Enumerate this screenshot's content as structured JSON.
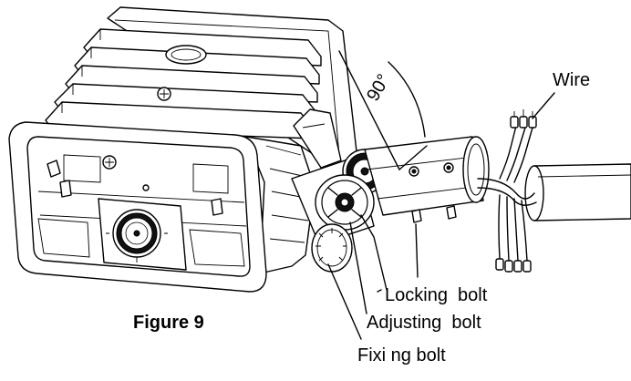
{
  "figure": {
    "caption": "Figure 9",
    "angle_label": "90°"
  },
  "callouts": {
    "wire": "Wire",
    "locking_bolt": "Locking  bolt",
    "adjusting_bolt": "Adjusting  bolt",
    "fixing_bolt": "Fixi ng bolt"
  }
}
